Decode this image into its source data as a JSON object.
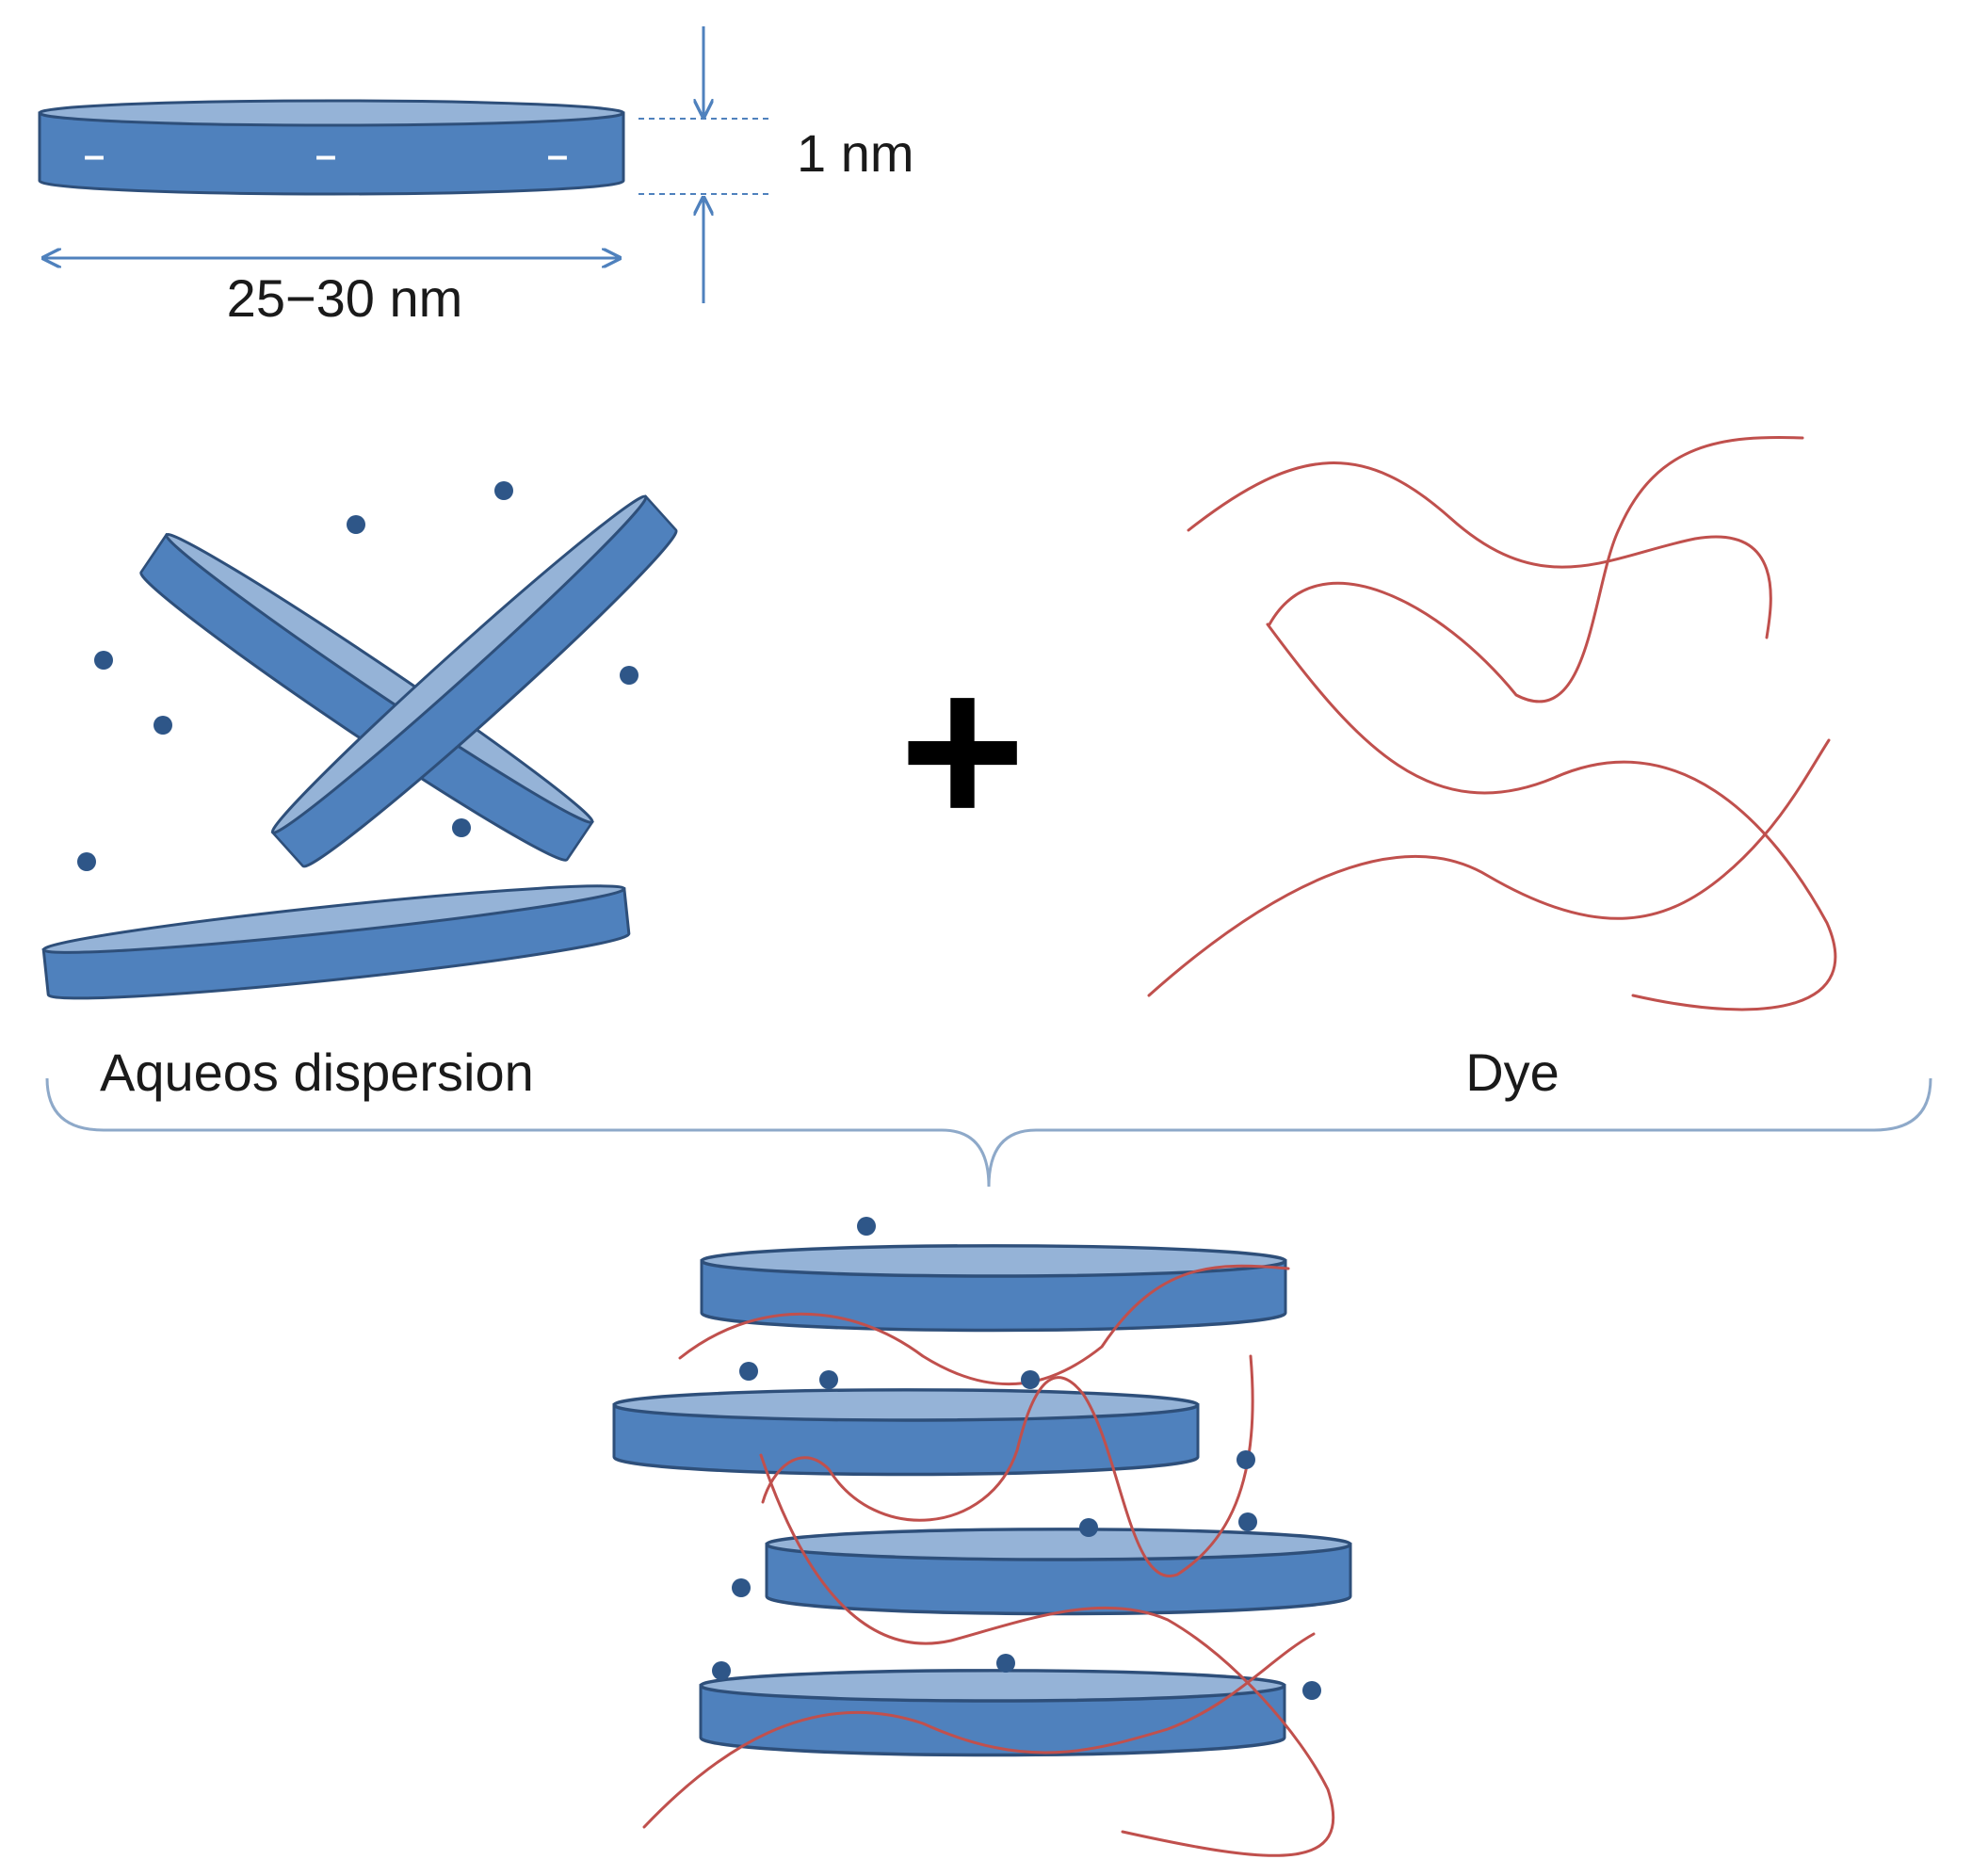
{
  "figure": {
    "labels": {
      "thickness": "1 nm",
      "diameter": "25−30 nm",
      "left_component": "Aqueos dispersion",
      "right_component": "Dye",
      "plus_sign": "+",
      "charge_sign": "–"
    },
    "colors": {
      "clay_side": "#4f81bd",
      "clay_top": "#95b3d7",
      "clay_outline": "#2e4f7a",
      "dye_chain": "#c0504d",
      "counter_ion": "#2e5688",
      "dimension_line": "#4f81bd"
    }
  }
}
